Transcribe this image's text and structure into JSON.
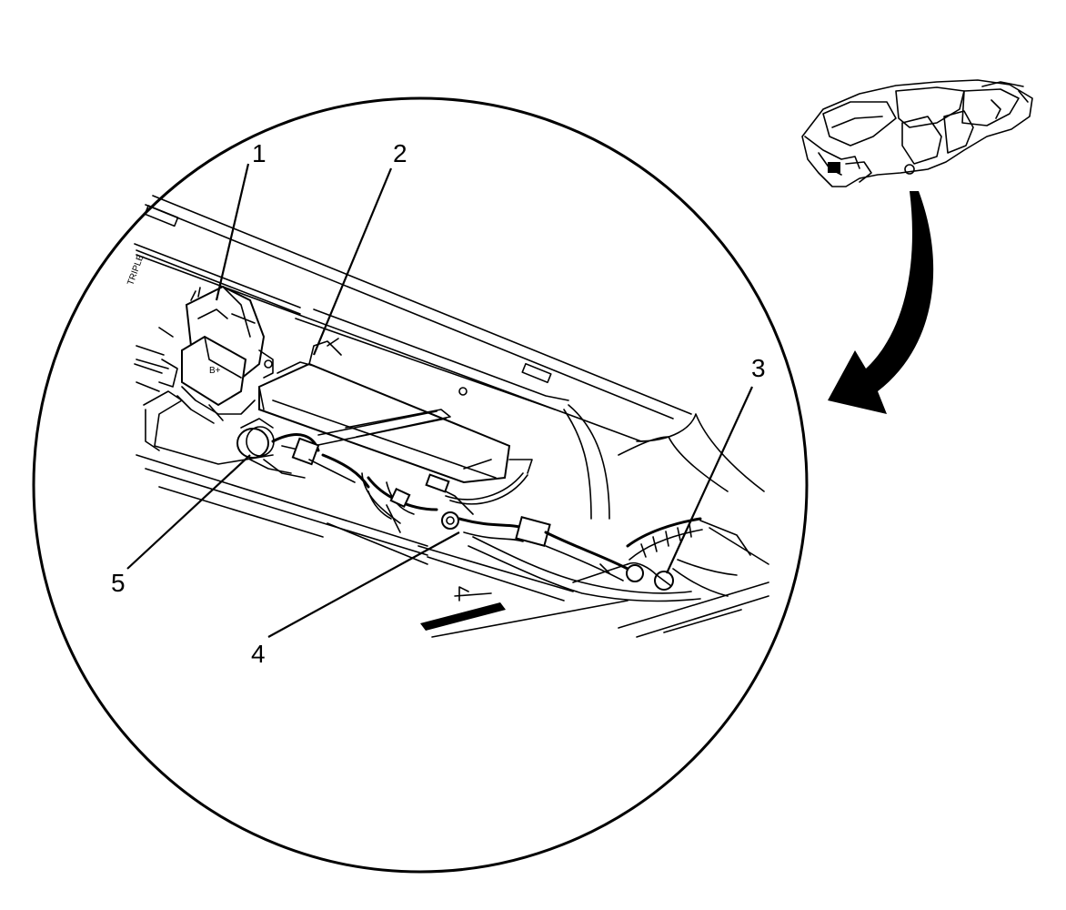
{
  "callouts": [
    {
      "id": "1",
      "label": "1"
    },
    {
      "id": "2",
      "label": "2"
    },
    {
      "id": "3",
      "label": "3"
    },
    {
      "id": "4",
      "label": "4"
    },
    {
      "id": "5",
      "label": "5"
    }
  ],
  "module_text": {
    "part_label": "B+",
    "side_label": "TRIPLE"
  },
  "colors": {
    "ink": "#000000",
    "paper": "#ffffff"
  }
}
